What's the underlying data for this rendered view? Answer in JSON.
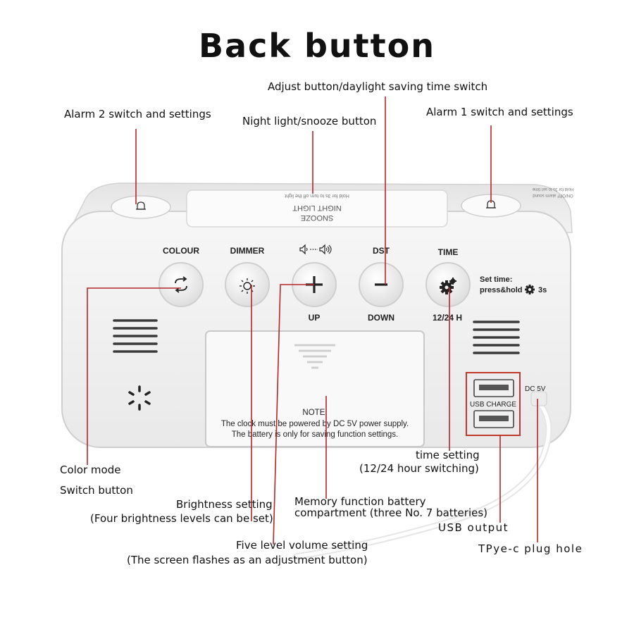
{
  "title": "Back button",
  "device": {
    "top_print": {
      "snooze": "SNOOZE",
      "night_light": "NIGHT LIGHT",
      "hold_note": "Hold for 3s to turn off the light",
      "alarm_note": "Hold for 3s to set time",
      "alarm_onoff": "ON/OFF alarm sound"
    },
    "buttons": [
      {
        "label": "COLOUR",
        "sub": "",
        "icon": "cycle-arrows-icon"
      },
      {
        "label": "DIMMER",
        "sub": "",
        "icon": "sun-icon"
      },
      {
        "label": "",
        "sub": "UP",
        "icon": "plus-icon"
      },
      {
        "label": "DST",
        "sub": "DOWN",
        "icon": "minus-icon"
      },
      {
        "label": "TIME",
        "sub": "12/24 H",
        "icon": "gear-icon"
      }
    ],
    "set_time_line1": "Set time:",
    "set_time_line2": "press&hold",
    "set_time_line3": "3s",
    "note_title": "NOTE:",
    "note_line1": "The clock must be powered by DC 5V power supply.",
    "note_line2": "The battery is only for saving function settings.",
    "usb_label": "USB CHARGE",
    "dc_label": "DC 5V"
  },
  "callouts": {
    "adjust": "Adjust button/daylight saving time switch",
    "alarm2": "Alarm 2 switch and settings",
    "night_light": "Night light/snooze button",
    "alarm1": "Alarm 1 switch and settings",
    "color_mode_1": "Color mode",
    "color_mode_2": "Switch button",
    "brightness_1": "Brightness setting",
    "brightness_2": "(Four brightness levels can be set)",
    "memory_1": "Memory function battery",
    "memory_2": "compartment (three No. 7 batteries)",
    "time_setting_1": "time setting",
    "time_setting_2": "(12/24 hour switching)",
    "usb_output": "USB output",
    "volume_1": "Five level volume setting",
    "volume_2": "(The screen flashes as an adjustment button)",
    "type_c": "TPye-c plug hole"
  },
  "colors": {
    "leader_line": "#b5262a",
    "usb_box": "#c0392b",
    "device_body": "#f5f5f5",
    "button_face": "#ececec"
  }
}
